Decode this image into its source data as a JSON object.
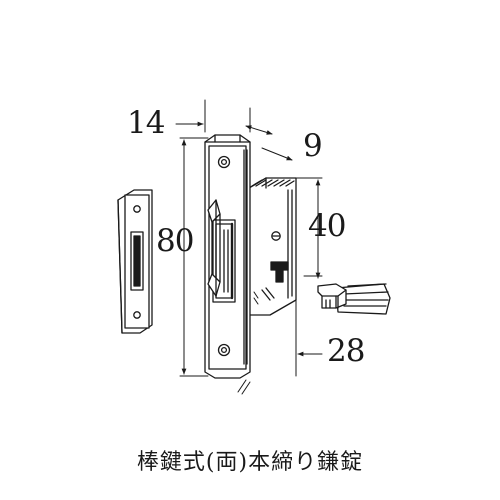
{
  "diagram": {
    "dimensions": {
      "width": "14",
      "thickness": "9",
      "height": "80",
      "case_height": "40",
      "backset": "28"
    },
    "caption": "棒鍵式(両)本締り鎌錠"
  },
  "colors": {
    "ink": "#1a1a1a",
    "background": "#ffffff"
  }
}
